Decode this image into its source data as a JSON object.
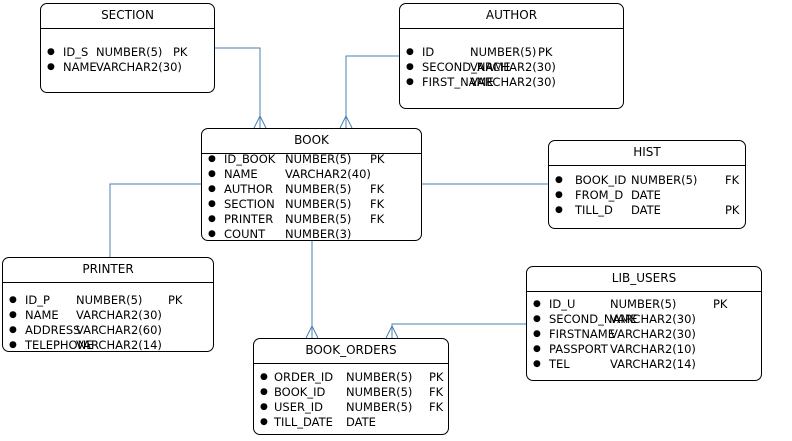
{
  "entities": {
    "section": {
      "title": "SECTION",
      "rows": [
        {
          "field": "ID_S",
          "type": "NUMBER(5)",
          "key": "PK"
        },
        {
          "field": "NAME",
          "type": "VARCHAR2(30)",
          "key": ""
        }
      ]
    },
    "author": {
      "title": "AUTHOR",
      "rows": [
        {
          "field": "ID",
          "type": "NUMBER(5)",
          "key": "PK"
        },
        {
          "field": "SECOND_NAME",
          "type": "VARCHAR2(30)",
          "key": ""
        },
        {
          "field": "FIRST_NAME",
          "type": "VARCHAR2(30)",
          "key": ""
        }
      ]
    },
    "book": {
      "title": "BOOK",
      "rows": [
        {
          "field": "ID_BOOK",
          "type": "NUMBER(5)",
          "key": "PK"
        },
        {
          "field": "NAME",
          "type": "VARCHAR2(40)",
          "key": ""
        },
        {
          "field": "AUTHOR",
          "type": "NUMBER(5)",
          "key": "FK"
        },
        {
          "field": "SECTION",
          "type": "NUMBER(5)",
          "key": "FK"
        },
        {
          "field": "PRINTER",
          "type": "NUMBER(5)",
          "key": "FK"
        },
        {
          "field": "COUNT",
          "type": "NUMBER(3)",
          "key": ""
        }
      ]
    },
    "hist": {
      "title": "HIST",
      "rows": [
        {
          "field": "BOOK_ID",
          "type": "NUMBER(5)",
          "key": "FK"
        },
        {
          "field": "FROM_D",
          "type": "DATE",
          "key": ""
        },
        {
          "field": "TILL_D",
          "type": "DATE",
          "key": "PK"
        }
      ]
    },
    "printer": {
      "title": "PRINTER",
      "rows": [
        {
          "field": "ID_P",
          "type": "NUMBER(5)",
          "key": "PK"
        },
        {
          "field": "NAME",
          "type": "VARCHAR2(30)",
          "key": ""
        },
        {
          "field": "ADDRESS",
          "type": "VARCHAR2(60)",
          "key": ""
        },
        {
          "field": "TELEPHONE",
          "type": "VARCHAR2(14)",
          "key": ""
        }
      ]
    },
    "lib_users": {
      "title": "LIB_USERS",
      "rows": [
        {
          "field": "ID_U",
          "type": "NUMBER(5)",
          "key": "PK"
        },
        {
          "field": "SECOND_NAME",
          "type": "VARCHAR2(30)",
          "key": ""
        },
        {
          "field": "FIRSTNAME",
          "type": "VARCHAR2(30)",
          "key": ""
        },
        {
          "field": "PASSPORT",
          "type": "VARCHAR2(10)",
          "key": ""
        },
        {
          "field": "TEL",
          "type": "VARCHAR2(14)",
          "key": ""
        }
      ]
    },
    "book_orders": {
      "title": "BOOK_ORDERS",
      "rows": [
        {
          "field": "ORDER_ID",
          "type": "NUMBER(5)",
          "key": "PK"
        },
        {
          "field": "BOOK_ID",
          "type": "NUMBER(5)",
          "key": "FK"
        },
        {
          "field": "USER_ID",
          "type": "NUMBER(5)",
          "key": "FK"
        },
        {
          "field": "TILL_DATE",
          "type": "DATE",
          "key": ""
        }
      ]
    }
  },
  "colors": {
    "connector": "#4a7fb0",
    "border": "#000000"
  }
}
